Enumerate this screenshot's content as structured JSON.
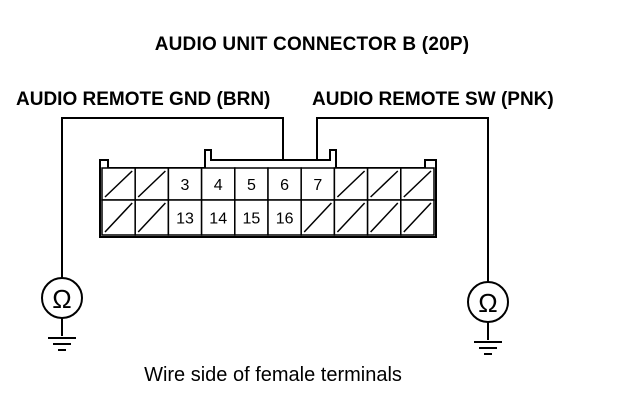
{
  "title": "AUDIO UNIT CONNECTOR B (20P)",
  "wire_labels": {
    "left": "AUDIO REMOTE GND (BRN)",
    "right": "AUDIO REMOTE SW (PNK)"
  },
  "caption": "Wire side of female terminals",
  "connector": {
    "top_row": [
      "",
      "",
      "3",
      "4",
      "5",
      "6",
      "7",
      "",
      "",
      ""
    ],
    "bottom_row": [
      "",
      "",
      "13",
      "14",
      "15",
      "16",
      "",
      "",
      "",
      ""
    ]
  },
  "meters": {
    "left": {
      "symbol": "Ω"
    },
    "right": {
      "symbol": "Ω"
    }
  }
}
